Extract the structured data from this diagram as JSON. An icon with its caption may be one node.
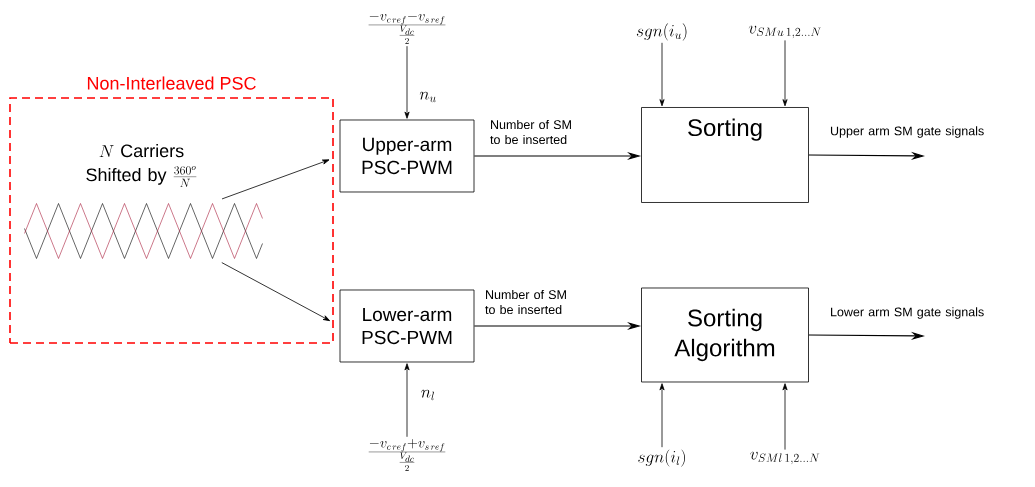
{
  "diagram": {
    "nodes": [
      {
        "text": [
          "Non-Interleaved PSC"
        ]
      },
      {
        "text": [
          "N",
          "Carriers Shifted by",
          "\\frac{360^{o}}{N}"
        ],
        "in": 0
      },
      {
        "text": [],
        "shape": "picture",
        "in": 0
      },
      {
        "text": [
          "Upper-arm PSC-PWM"
        ]
      },
      {
        "text": [
          "Lower-arm PSC-PWM"
        ]
      },
      {
        "text": [
          "Sorting"
        ]
      },
      {
        "text": [
          "Sorting Algorithm"
        ]
      },
      {
        "text": [
          "\\frac{-v_{c\\,ref}-v_{s\\,ref}}{\\frac{V_{dc}}{2}}"
        ]
      },
      {
        "text": [
          "\\frac{-v_{c\\,ref}+v_{s\\,ref}}{\\frac{V_{dc}}{2}}"
        ]
      },
      {
        "text": [
          "sgn(i_u)"
        ]
      },
      {
        "text": [
          "v_{SMu\\,1,2\\ldots N}"
        ]
      },
      {
        "text": [
          "sgn(i_l)"
        ]
      },
      {
        "text": [
          "v_{SMl\\,1,2\\ldots N}"
        ]
      }
    ],
    "edges": [
      {
        "from": 2,
        "to": 3,
        "arrow": "to"
      },
      {
        "from": 2,
        "to": 4,
        "arrow": "to"
      },
      {
        "from": 7,
        "to": 3,
        "arrow": "to",
        "label": "n_u"
      },
      {
        "from": 8,
        "to": 4,
        "arrow": "to",
        "label": "n_l"
      },
      {
        "from": 3,
        "to": 5,
        "arrow": "to",
        "label": "Number of SM to be inserted"
      },
      {
        "from": 4,
        "to": 6,
        "arrow": "to",
        "label": "Number of SM to be inserted"
      },
      {
        "from": 5,
        "to": null,
        "arrow": "to",
        "label": "Upper arm SM gate signals"
      },
      {
        "from": 6,
        "to": null,
        "arrow": "to",
        "label": "Lower arm SM gate signals"
      },
      {
        "from": 9,
        "to": 5,
        "arrow": "to"
      },
      {
        "from": 10,
        "to": 5,
        "arrow": "to"
      },
      {
        "from": 11,
        "to": 6,
        "arrow": "to"
      },
      {
        "from": 12,
        "to": 6,
        "arrow": "to"
      }
    ]
  }
}
